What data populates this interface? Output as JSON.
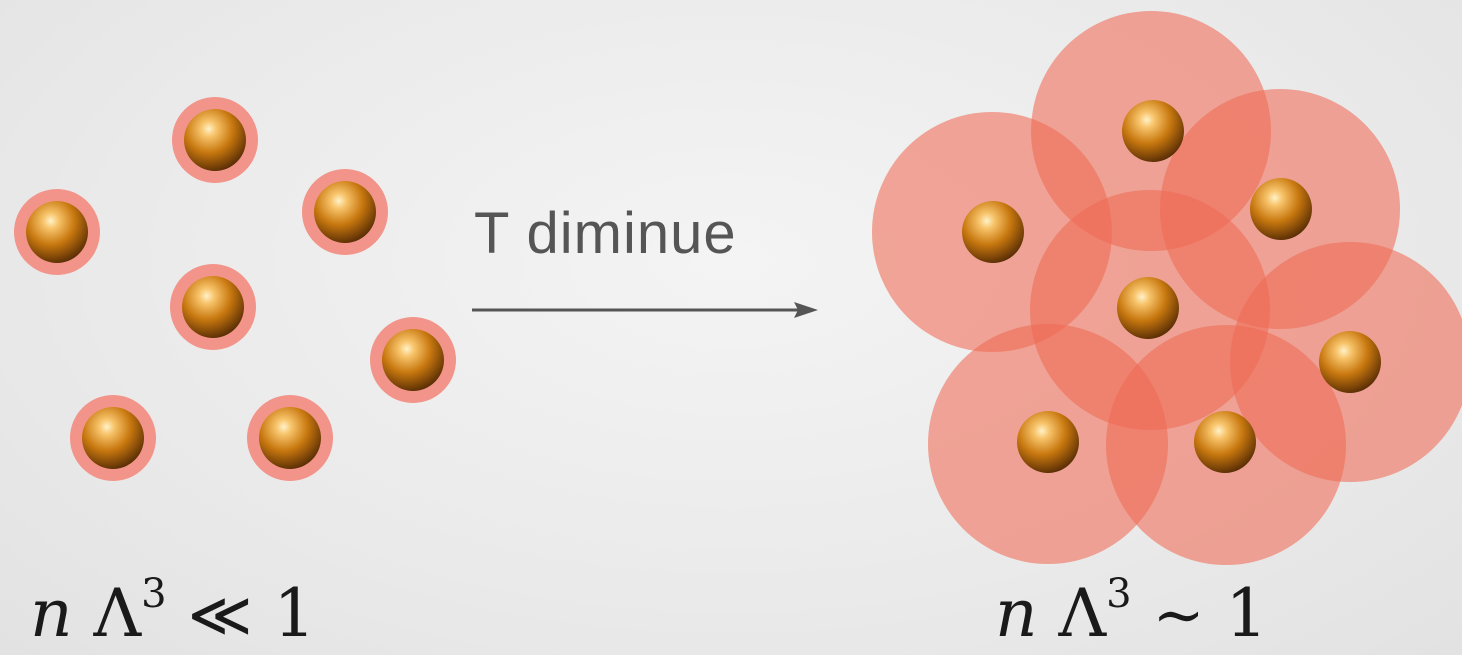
{
  "process": {
    "arrow_label": "T diminue"
  },
  "states": {
    "left": {
      "expression": {
        "var": "n",
        "lambda": "Λ",
        "exp": "3",
        "relation": "≪",
        "rhs": "1"
      },
      "particle_count": 7
    },
    "right": {
      "expression": {
        "var": "n",
        "lambda": "Λ",
        "exp": "3",
        "relation": "∼",
        "rhs": "1"
      },
      "particle_count": 7
    }
  },
  "colors": {
    "halo": "#f08c80",
    "halo_overlap": "#f06a55",
    "particle_light": "#f7c36a",
    "particle_mid": "#c8780f",
    "particle_dark": "#5a2e05",
    "arrow": "#555555"
  },
  "icons": {
    "particle": "sphere-icon",
    "halo": "wave-packet-icon",
    "arrow": "arrow-right-icon"
  }
}
